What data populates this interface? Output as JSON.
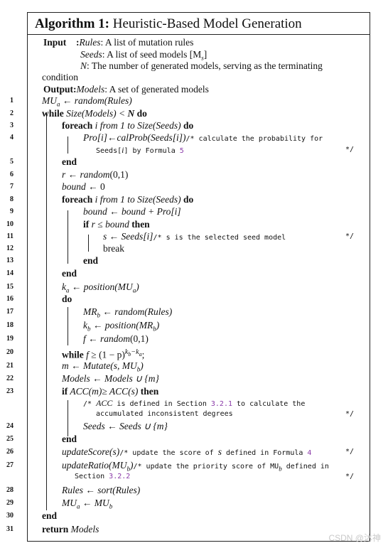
{
  "algorithm": {
    "title_prefix": "Algorithm 1:",
    "title_text": "Heuristic-Based Model Generation",
    "input_label": "Input",
    "input_colon": ":",
    "inputs": [
      {
        "name": "Rules",
        "desc": ": A list of mutation rules"
      },
      {
        "name": "Seeds",
        "desc": ": A list of seed models [M",
        "sub": "s",
        "tail": "]"
      },
      {
        "name": "N",
        "desc": ": The number of generated models, serving as the terminating"
      }
    ],
    "input_wrap": "condition",
    "output_label": "Output",
    "output_colon": ":",
    "output_name": "Models",
    "output_desc": ": A set of generated models"
  },
  "lines": {
    "n1": "1",
    "n2": "2",
    "n3": "3",
    "n4": "4",
    "n5": "5",
    "n6": "6",
    "n7": "7",
    "n8": "8",
    "n9": "9",
    "n10": "10",
    "n11": "11",
    "n12": "12",
    "n13": "13",
    "n14": "14",
    "n15": "15",
    "n16": "16",
    "n17": "17",
    "n18": "18",
    "n19": "19",
    "n20": "20",
    "n21": "21",
    "n22": "22",
    "n23": "23",
    "n24": "24",
    "n25": "25",
    "n26": "26",
    "n27": "27",
    "n28": "28",
    "n29": "29",
    "n30": "30",
    "n31": "31"
  },
  "code": {
    "l1": {
      "var": "MU",
      "sub": "a",
      "arrow": " ← ",
      "expr": "random(Rules)"
    },
    "l2": {
      "kw": "while",
      "cond_a": " Size(Models) < ",
      "cond_b": "N",
      "kw2": " do"
    },
    "l3": {
      "kw": "foreach",
      "cond": "  i from 1 to Size(Seeds)",
      "kw2": " do"
    },
    "l4": {
      "expr": "Pro[i]←calProb(Seeds[i])",
      "comment": "/* calculate the probability for"
    },
    "l4b": {
      "comment": "Seeds[",
      "ci": "i",
      "comment2": "] by Formula ",
      "ref": "5",
      "end": "*/"
    },
    "l5": {
      "kw": "end"
    },
    "l6": {
      "var": "r",
      "arrow": " ← ",
      "expr": "random",
      "args": "(0,1)"
    },
    "l7": {
      "var": "bound",
      "arrow": " ← ",
      "val": "0"
    },
    "l8": {
      "kw": "foreach",
      "cond": " i from 1 to Size(Seeds)",
      "kw2": " do"
    },
    "l9": {
      "var": "bound",
      "arrow": " ← ",
      "expr": "bound + Pro[i]"
    },
    "l10": {
      "kw": "if",
      "cond_a": " r ",
      "op": "≤",
      "cond_b": " bound",
      "kw2": " then"
    },
    "l11": {
      "var": "s",
      "arrow": " ← ",
      "expr": "Seeds[i]",
      "comment": "/* s is the selected seed model",
      "end": "*/"
    },
    "l12": {
      "kw": "break"
    },
    "l13": {
      "kw": "end"
    },
    "l14": {
      "kw": "end"
    },
    "l15": {
      "var": "k",
      "sub": "a",
      "arrow": " ← ",
      "expr": "position(MU",
      "sub2": "a",
      "close": ")"
    },
    "l16": {
      "kw": "do"
    },
    "l17": {
      "var": "MR",
      "sub": "b",
      "arrow": " ← ",
      "expr": "random(Rules)"
    },
    "l18": {
      "var": "k",
      "sub": "b",
      "arrow": " ← ",
      "expr": "position(MR",
      "sub2": "b",
      "close": ")"
    },
    "l19": {
      "var": "f",
      "arrow": " ← ",
      "expr": "random",
      "args": "(0,1)"
    },
    "l20": {
      "kw": "while",
      "cond_a": " f ",
      "op": "≥ (1 − p)",
      "sup": "k",
      "supsub": "b",
      "sup2": "−k",
      "supsub2": "a",
      "tail": ";"
    },
    "l21": {
      "var": "m",
      "arrow": " ← ",
      "expr": "Mutate(s, MU",
      "sub2": "b",
      "close": ")"
    },
    "l22": {
      "var": "Models",
      "arrow": " ← ",
      "expr": "Models ∪ {m}"
    },
    "l23": {
      "kw": "if",
      "cond": " ACC(m)≥ ACC(s)",
      "kw2": " then"
    },
    "l23b": {
      "comment": "/* ",
      "ci": "ACC",
      "comment2": " is defined in Section ",
      "ref": "3.2.1",
      "comment3": " to calculate the"
    },
    "l23c": {
      "comment": "accumulated inconsistent degrees",
      "end": "*/"
    },
    "l24": {
      "var": "Seeds",
      "arrow": " ← ",
      "expr": "Seeds ∪ {m}"
    },
    "l25": {
      "kw": "end"
    },
    "l26": {
      "expr": "updateScore(s)",
      "comment": "/* update the score of ",
      "ci": "s",
      "comment2": " defined in Formula ",
      "ref": "4",
      "end": "*/"
    },
    "l27": {
      "expr": "updateRatio(MU",
      "sub": "b",
      "close": ")",
      "comment": "/* update the priority score of MU",
      "csub": "b",
      "comment2": " defined in"
    },
    "l27b": {
      "comment": "Section ",
      "ref": "3.2.2",
      "end": "*/"
    },
    "l28": {
      "var": "Rules",
      "arrow": " ← ",
      "expr": "sort(Rules)"
    },
    "l29": {
      "var": "MU",
      "sub": "a",
      "arrow": " ← ",
      "expr": "MU",
      "sub2": "b"
    },
    "l30": {
      "kw": "end"
    },
    "l31": {
      "kw": "return",
      "expr": " Models"
    }
  },
  "watermark": "CSDN @沐神",
  "colors": {
    "ref": "#8a3aa8",
    "text": "#111111",
    "watermark": "#c8c8c8"
  }
}
